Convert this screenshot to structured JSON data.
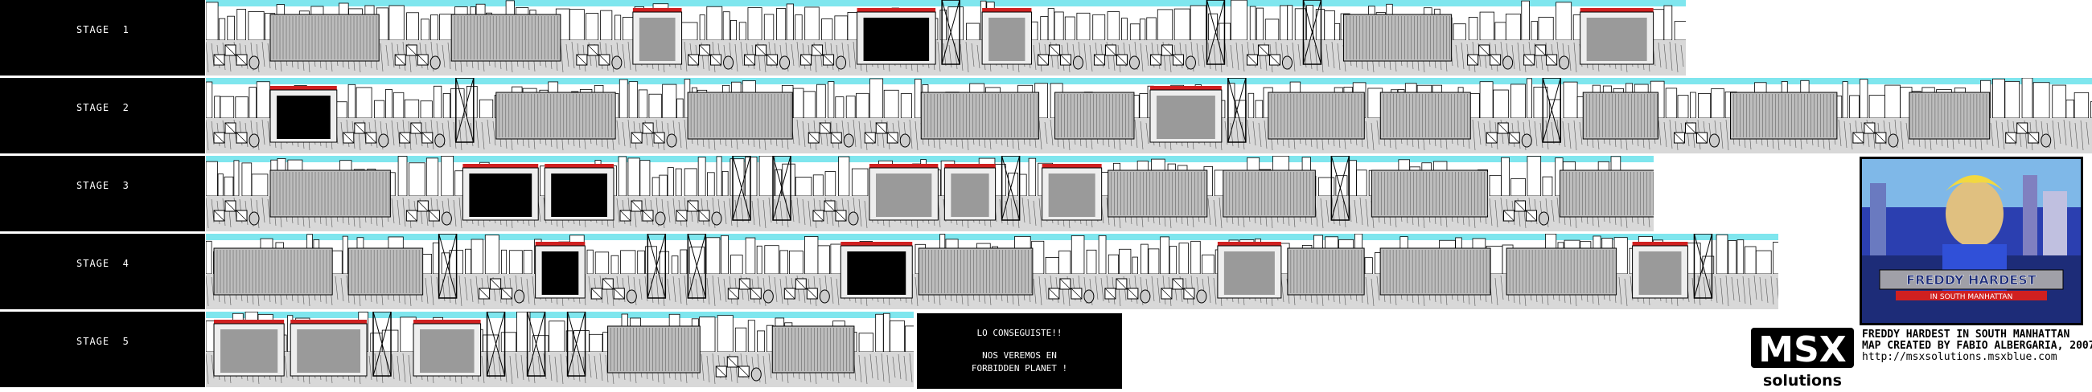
{
  "stages": [
    {
      "label": "STAGE  1"
    },
    {
      "label": "STAGE  2"
    },
    {
      "label": "STAGE  3"
    },
    {
      "label": "STAGE  4"
    },
    {
      "label": "STAGE  5"
    }
  ],
  "ending": {
    "line1": "LO CONSEGUISTE!!",
    "line2": "NOS VEREMOS EN",
    "line3": "FORBIDDEN PLANET !"
  },
  "logo": {
    "top": "MSX",
    "bottom": "solutions"
  },
  "cover": {
    "title": "FREDDY HARDEST",
    "subtitle": "IN SOUTH MANHATTAN"
  },
  "credits": {
    "line1": "FREDDY HARDEST IN SOUTH MANHATTAN",
    "line2": "MAP CREATED BY FABIO ALBERGARIA, 2007",
    "line3": "http://msxsolutions.msxblue.com"
  },
  "colors": {
    "sky": "#7fe6ee",
    "red": "#d02020",
    "black": "#000000",
    "grey": "#9a9a9a"
  }
}
